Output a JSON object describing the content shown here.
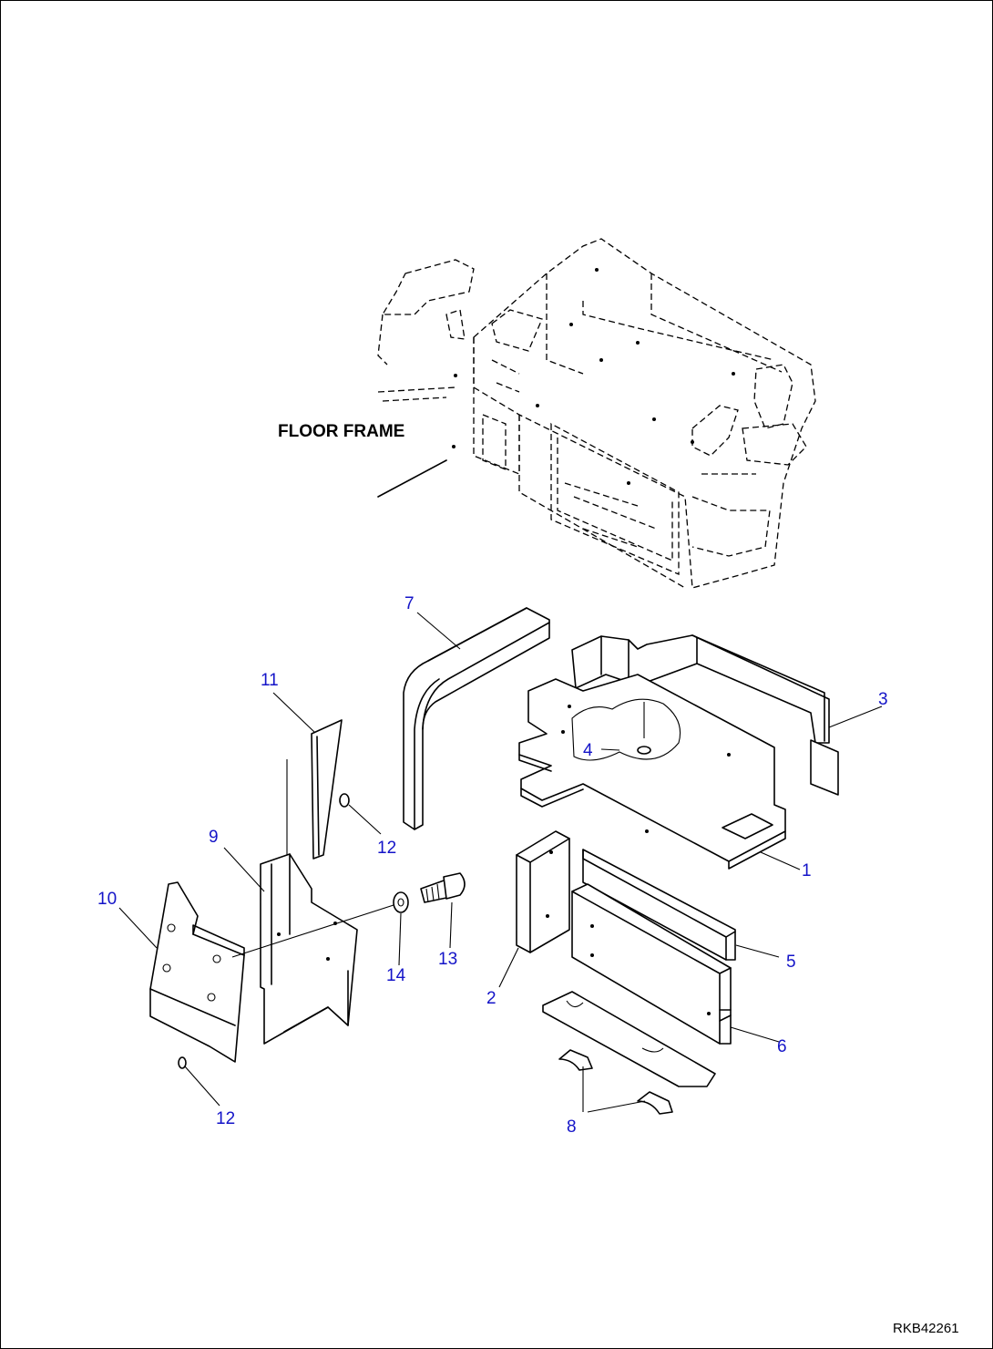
{
  "frame_label": "FLOOR FRAME",
  "drawing_code": "RKB42261",
  "callouts": [
    {
      "id": "1",
      "text": "1"
    },
    {
      "id": "2",
      "text": "2"
    },
    {
      "id": "3",
      "text": "3"
    },
    {
      "id": "4",
      "text": "4"
    },
    {
      "id": "5",
      "text": "5"
    },
    {
      "id": "6",
      "text": "6"
    },
    {
      "id": "7",
      "text": "7"
    },
    {
      "id": "8",
      "text": "8"
    },
    {
      "id": "9",
      "text": "9"
    },
    {
      "id": "10",
      "text": "10"
    },
    {
      "id": "11",
      "text": "11"
    },
    {
      "id": "12a",
      "text": "12"
    },
    {
      "id": "12b",
      "text": "12"
    },
    {
      "id": "13",
      "text": "13"
    },
    {
      "id": "14",
      "text": "14"
    }
  ]
}
